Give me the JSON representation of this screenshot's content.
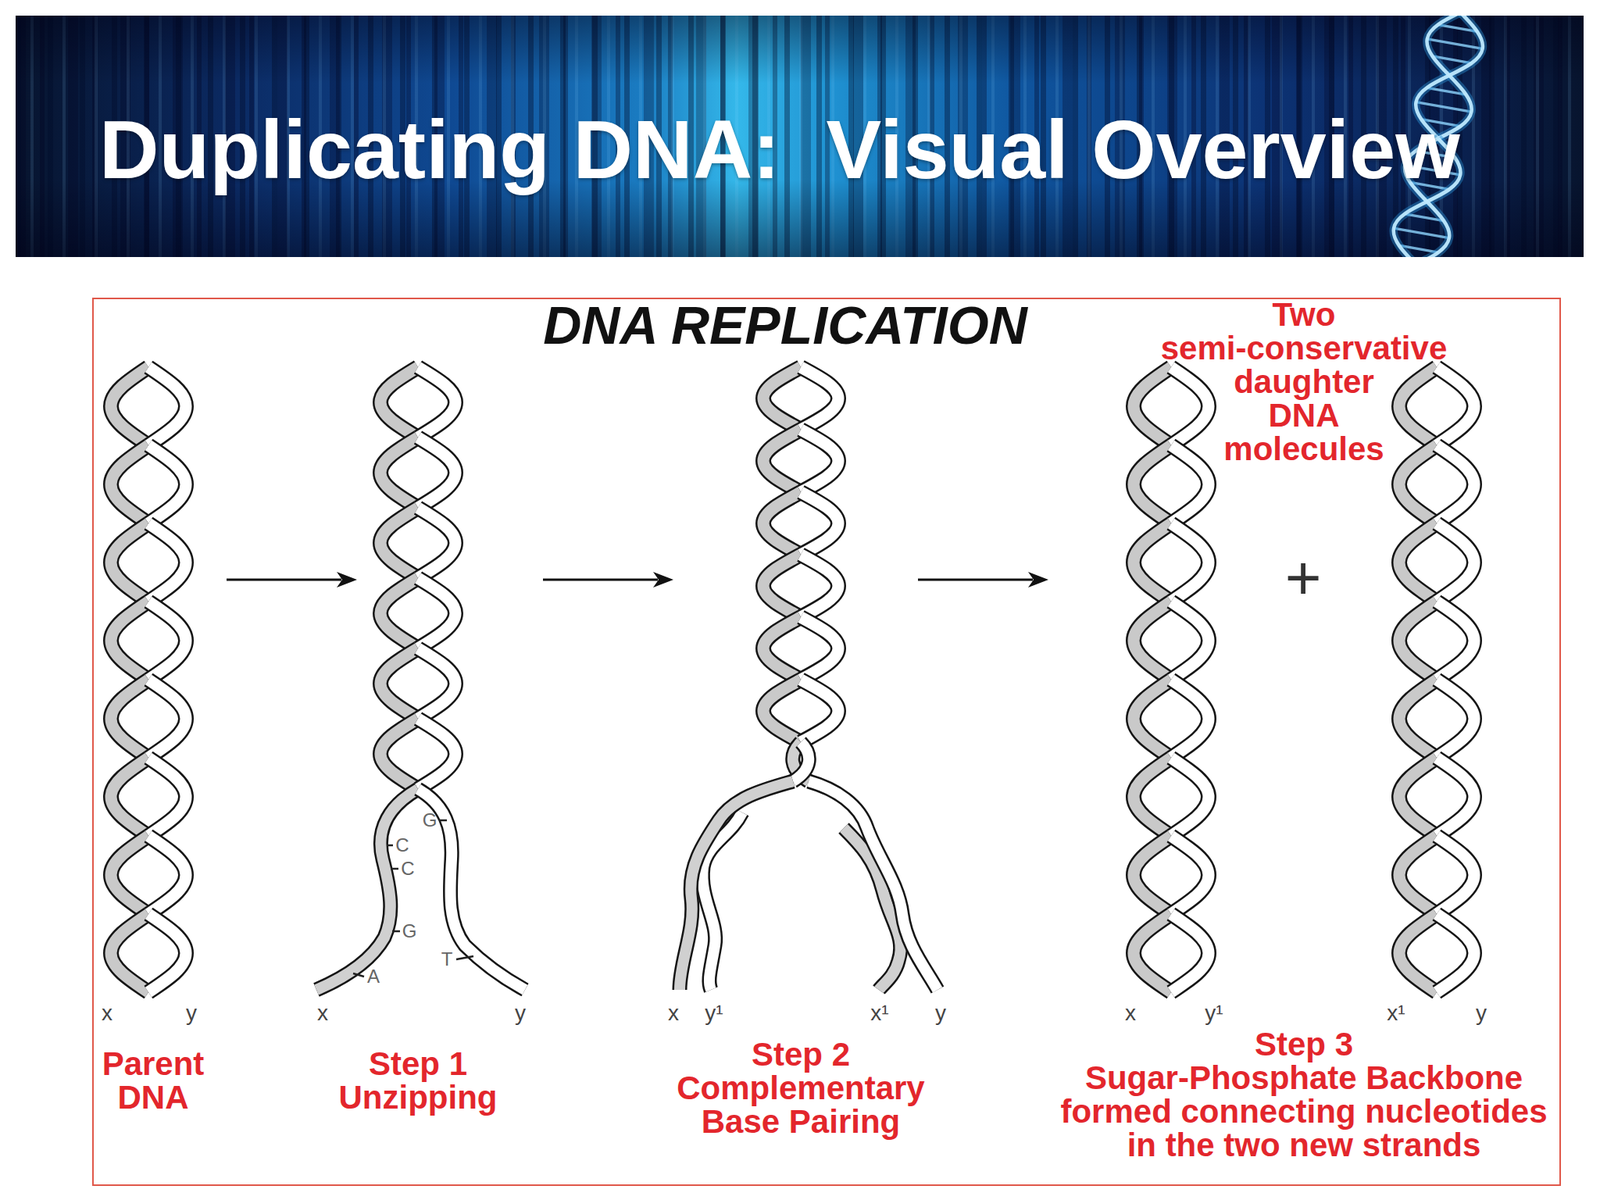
{
  "diagram": {
    "title": "Duplicating DNA:  Visual Overview",
    "nodes": [
      {
        "text": [
          "DNA REPLICATION"
        ]
      },
      {
        "text": [
          "Parent DNA"
        ],
        "in": 0
      },
      {
        "text": [
          "Step 1",
          "Unzipping"
        ],
        "in": 0
      },
      {
        "text": [
          "Step 2",
          "Complementary Base Pairing"
        ],
        "in": 0
      },
      {
        "text": [
          "Two semi-conservative daughter DNA molecules",
          "Step 3",
          "Sugar-Phosphate Backbone formed connecting nucleotides in the two new strands"
        ],
        "in": 0
      }
    ],
    "edges": [
      {
        "from": 1,
        "to": 2,
        "arrow": "to"
      },
      {
        "from": 2,
        "to": 3,
        "arrow": "to"
      },
      {
        "from": 3,
        "to": 4,
        "arrow": "to"
      }
    ],
    "labels": [
      "x",
      "y",
      "G",
      "C",
      "C",
      "G",
      "A",
      "T",
      "x",
      "y",
      "x",
      "y¹",
      "x¹",
      "y",
      "+",
      "x",
      "y¹",
      "x¹",
      "y"
    ]
  }
}
